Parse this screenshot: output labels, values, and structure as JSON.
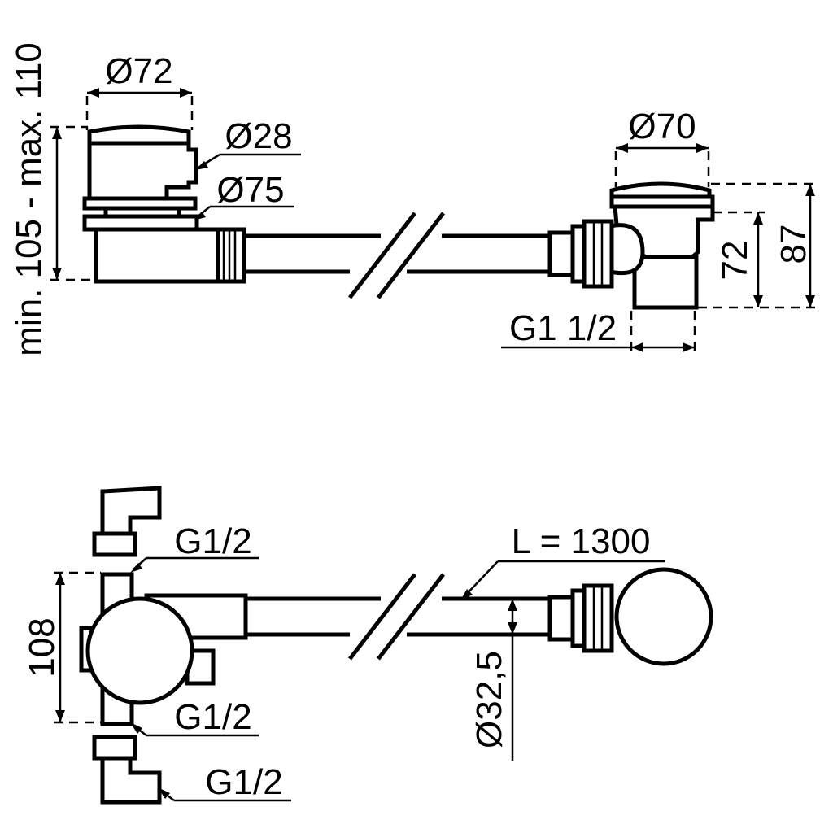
{
  "top_view_labels": {
    "dia_72": "Ø72",
    "dia_28": "Ø28",
    "dia_75": "Ø75",
    "dia_70": "Ø70",
    "height_range": "min. 105 - max. 110",
    "height_72": "72",
    "height_87": "87",
    "thread_outlet": "G1 1/2"
  },
  "bottom_view_labels": {
    "thread_top": "G1/2",
    "thread_middle": "G1/2",
    "thread_bottom": "G1/2",
    "hose_length": "L = 1300",
    "width_108": "108",
    "hose_dia": "Ø32,5"
  },
  "colors": {
    "line": "#000000",
    "background": "#ffffff"
  }
}
